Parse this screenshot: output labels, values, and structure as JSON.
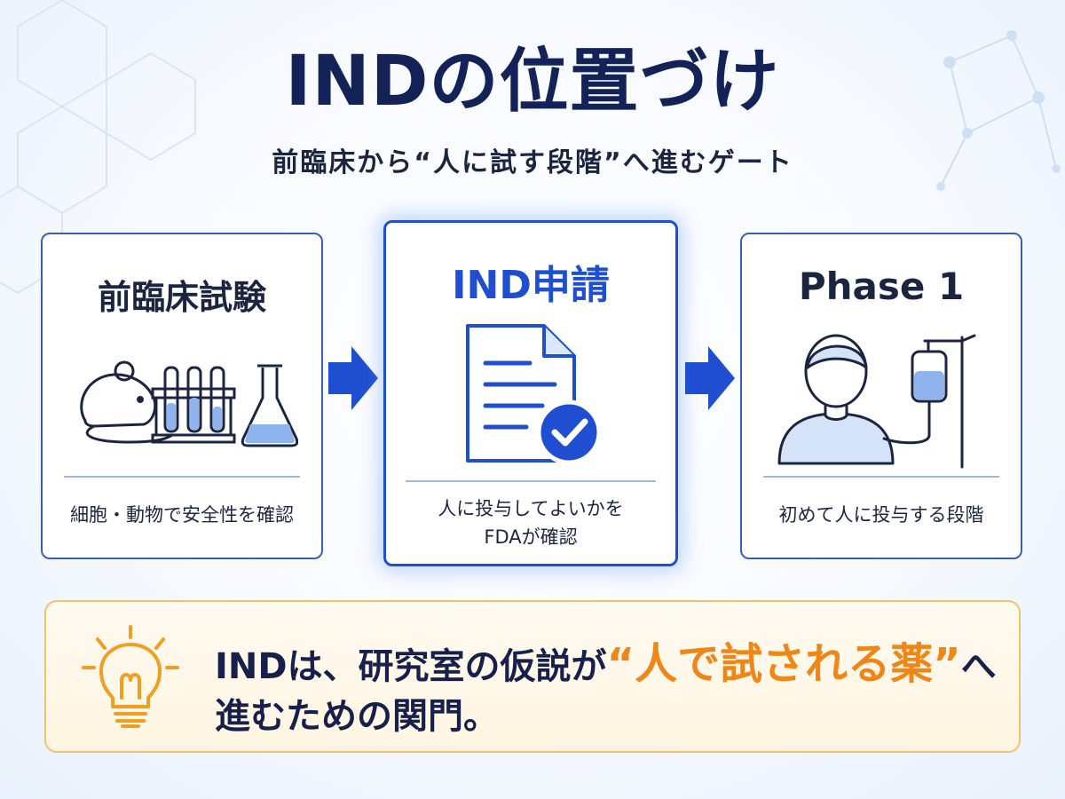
{
  "title": "INDの位置づけ",
  "subtitle": "前臨床から“人に試す段階”へ進むゲート",
  "steps": [
    {
      "title": "前臨床試験",
      "description": "細胞・動物で安全性を確認"
    },
    {
      "title": "IND申請",
      "description_lines": [
        "人に投与してよいかを",
        "FDAが確認"
      ]
    },
    {
      "title": "Phase 1",
      "description": "初めて人に投与する段階"
    }
  ],
  "callout": {
    "line1_prefix": "INDは、研究室の仮説が",
    "highlight": "“人で試される薬”",
    "line1_suffix": "へ",
    "line2": "進むための関門。"
  },
  "icons": [
    "mouse-icon",
    "test-tubes-icon",
    "flask-icon",
    "document-check-icon",
    "person-icon",
    "iv-drip-icon",
    "lightbulb-icon",
    "arrow-right-icon"
  ],
  "colors": {
    "navy": "#142357",
    "primary_blue": "#1f4fd0",
    "card_border": "#3a5fb0",
    "highlight_orange": "#ef8618",
    "callout_border": "#efc36e"
  }
}
